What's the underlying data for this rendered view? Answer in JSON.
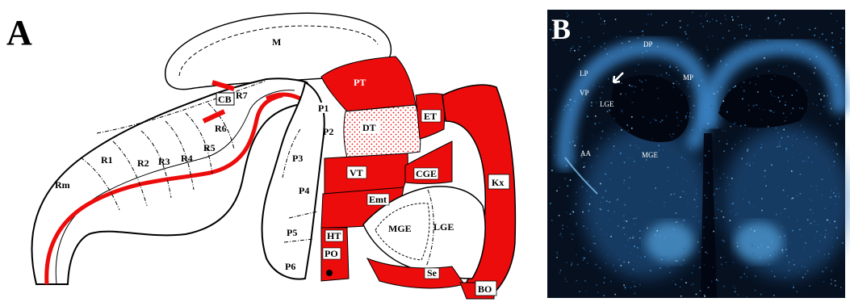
{
  "panel_a": {
    "letter": "A",
    "labels": {
      "M": "M",
      "Rm": "Rm",
      "R1": "R1",
      "R2": "R2",
      "R3": "R3",
      "R4": "R4",
      "R5": "R5",
      "R6": "R6",
      "R7": "R7",
      "CB": "CB",
      "P1": "P1",
      "P2": "P2",
      "P3": "P3",
      "P4": "P4",
      "P5": "P5",
      "P6": "P6",
      "PT": "PT",
      "DT": "DT",
      "ET": "ET",
      "VT": "VT",
      "CGE": "CGE",
      "Emt": "Emt",
      "HT": "HT",
      "PO": "PO",
      "MGE": "MGE",
      "LGE": "LGE",
      "Se": "Se",
      "Kx": "Kx",
      "BO": "BO"
    }
  },
  "panel_b": {
    "letter": "B",
    "labels": {
      "DP": "DP",
      "LP": "LP",
      "VP": "VP",
      "MP": "MP",
      "LGE": "LGE",
      "AA": "AA",
      "MGE": "MGE"
    }
  },
  "colors": {
    "highlight": "#ec0c0c",
    "outline": "#000000",
    "micrograph_bg": "#06101f",
    "signal": "#4aa3e8"
  }
}
